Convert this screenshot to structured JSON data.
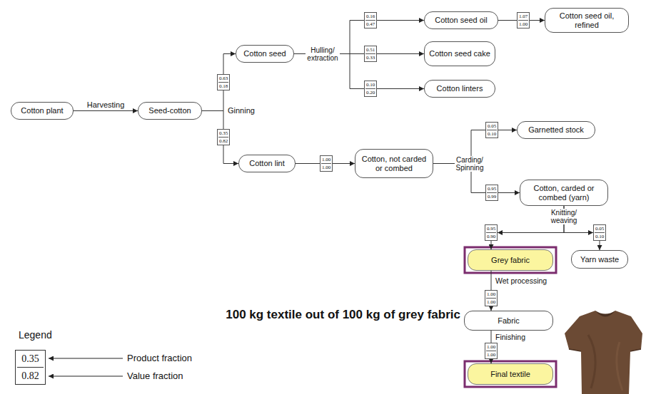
{
  "diagram": {
    "nodes": [
      {
        "text": [
          "Cotton plant"
        ]
      },
      {
        "text": [
          "Seed-cotton"
        ]
      },
      {
        "text": [
          "0.63",
          "0.18"
        ]
      },
      {
        "text": [
          "Cotton seed"
        ]
      },
      {
        "text": [
          "0.16",
          "0.47"
        ]
      },
      {
        "text": [
          "Cotton seed oil"
        ]
      },
      {
        "text": [
          "1.07",
          "1.00"
        ]
      },
      {
        "text": [
          "Cotton seed oil, refined"
        ]
      },
      {
        "text": [
          "0.51",
          "0.33"
        ]
      },
      {
        "text": [
          "Cotton seed cake"
        ]
      },
      {
        "text": [
          "0.10",
          "0.20"
        ]
      },
      {
        "text": [
          "Cotton linters"
        ]
      },
      {
        "text": [
          "0.35",
          "0.82"
        ]
      },
      {
        "text": [
          "Cotton lint"
        ]
      },
      {
        "text": [
          "1.00",
          "1.00"
        ]
      },
      {
        "text": [
          "Cotton, not carded or combed"
        ]
      },
      {
        "text": [
          "0.05",
          "0.10"
        ]
      },
      {
        "text": [
          "Garnetted stock"
        ]
      },
      {
        "text": [
          "0.95",
          "0.99"
        ]
      },
      {
        "text": [
          "Cotton, carded or combed (yarn)"
        ]
      },
      {
        "text": [
          "0.95",
          "0.90"
        ]
      },
      {
        "text": [
          "Grey fabric"
        ]
      },
      {
        "text": [
          "0.05",
          "0.10"
        ]
      },
      {
        "text": [
          "Yarn waste"
        ]
      },
      {
        "text": [
          "1.00",
          "1.00"
        ]
      },
      {
        "text": [
          "Fabric"
        ]
      },
      {
        "text": [
          "1.00",
          "1.00"
        ]
      },
      {
        "text": [
          "Final textile"
        ]
      },
      {
        "text": [
          "0.35",
          "0.82"
        ]
      }
    ],
    "edges": [
      {
        "from": 0,
        "to": 1,
        "arrow": "to",
        "label": "Harvesting"
      },
      {
        "from": 1,
        "to": 2,
        "arrow": "none"
      },
      {
        "from": 2,
        "to": 3,
        "arrow": "to"
      },
      {
        "from": 1,
        "to": 12,
        "arrow": "none"
      },
      {
        "from": 12,
        "to": 13,
        "arrow": "to"
      },
      {
        "from": 3,
        "to": 4,
        "arrow": "none"
      },
      {
        "from": 4,
        "to": 5,
        "arrow": "to"
      },
      {
        "from": 5,
        "to": 6,
        "arrow": "none"
      },
      {
        "from": 6,
        "to": 7,
        "arrow": "to"
      },
      {
        "from": 3,
        "to": 8,
        "arrow": "none"
      },
      {
        "from": 8,
        "to": 9,
        "arrow": "to"
      },
      {
        "from": 3,
        "to": 10,
        "arrow": "none"
      },
      {
        "from": 10,
        "to": 11,
        "arrow": "to"
      },
      {
        "from": 13,
        "to": 14,
        "arrow": "none"
      },
      {
        "from": 14,
        "to": 15,
        "arrow": "to"
      },
      {
        "from": 15,
        "to": 16,
        "arrow": "none"
      },
      {
        "from": 16,
        "to": 17,
        "arrow": "to"
      },
      {
        "from": 15,
        "to": 18,
        "arrow": "none"
      },
      {
        "from": 18,
        "to": 19,
        "arrow": "to"
      },
      {
        "from": 19,
        "to": 20,
        "arrow": "to"
      },
      {
        "from": 20,
        "to": 21,
        "arrow": "to"
      },
      {
        "from": 19,
        "to": 22,
        "arrow": "to"
      },
      {
        "from": 22,
        "to": 23,
        "arrow": "to"
      },
      {
        "from": 21,
        "to": 24,
        "arrow": "none",
        "label": "Wet processing"
      },
      {
        "from": 24,
        "to": 25,
        "arrow": "to"
      },
      {
        "from": 25,
        "to": 26,
        "arrow": "none",
        "label": "Finishing"
      },
      {
        "from": 26,
        "to": 27,
        "arrow": "to"
      }
    ],
    "labels": [
      "Ginning",
      "Hulling/ extraction",
      "Carding/ Spinning",
      "Knitting/ weaving",
      "100 kg textile out of 100 kg of grey fabric",
      "Legend"
    ],
    "legend": [
      {
        "text": "Product fraction"
      },
      {
        "text": "Value fraction"
      }
    ]
  }
}
